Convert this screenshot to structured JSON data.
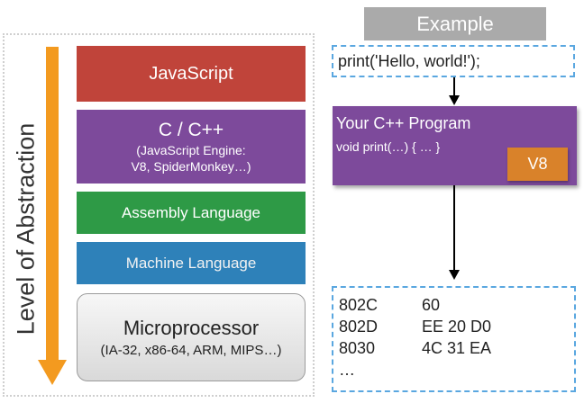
{
  "left": {
    "axis_label": "Level of Abstraction",
    "layers": {
      "javascript": {
        "title": "JavaScript"
      },
      "c": {
        "title": "C / C++",
        "subtitle_1": "(JavaScript Engine:",
        "subtitle_2": "V8, SpiderMonkey…)"
      },
      "assembly": {
        "title": "Assembly Language"
      },
      "machine": {
        "title": "Machine Language"
      },
      "microprocessor": {
        "title": "Microprocessor",
        "subtitle": "(IA-32, x86-64, ARM, MIPS…)"
      }
    }
  },
  "right": {
    "header": "Example",
    "code": "print('Hello, world!');",
    "program": {
      "title": "Your C++ Program",
      "code": "void print(…) { … }",
      "badge": "V8"
    },
    "machine_code": [
      {
        "addr": "802C",
        "bytes": "60"
      },
      {
        "addr": "802D",
        "bytes": "EE 20 D0"
      },
      {
        "addr": "8030",
        "bytes": "4C 31 EA"
      }
    ],
    "ellipsis": "…"
  },
  "colors": {
    "javascript": "#c0443a",
    "c": "#7d4a9b",
    "assembly": "#2e9a46",
    "machine": "#2e81b9",
    "arrow": "#f39a1f",
    "badge": "#d9822a",
    "dashed": "#5aa7e0"
  }
}
